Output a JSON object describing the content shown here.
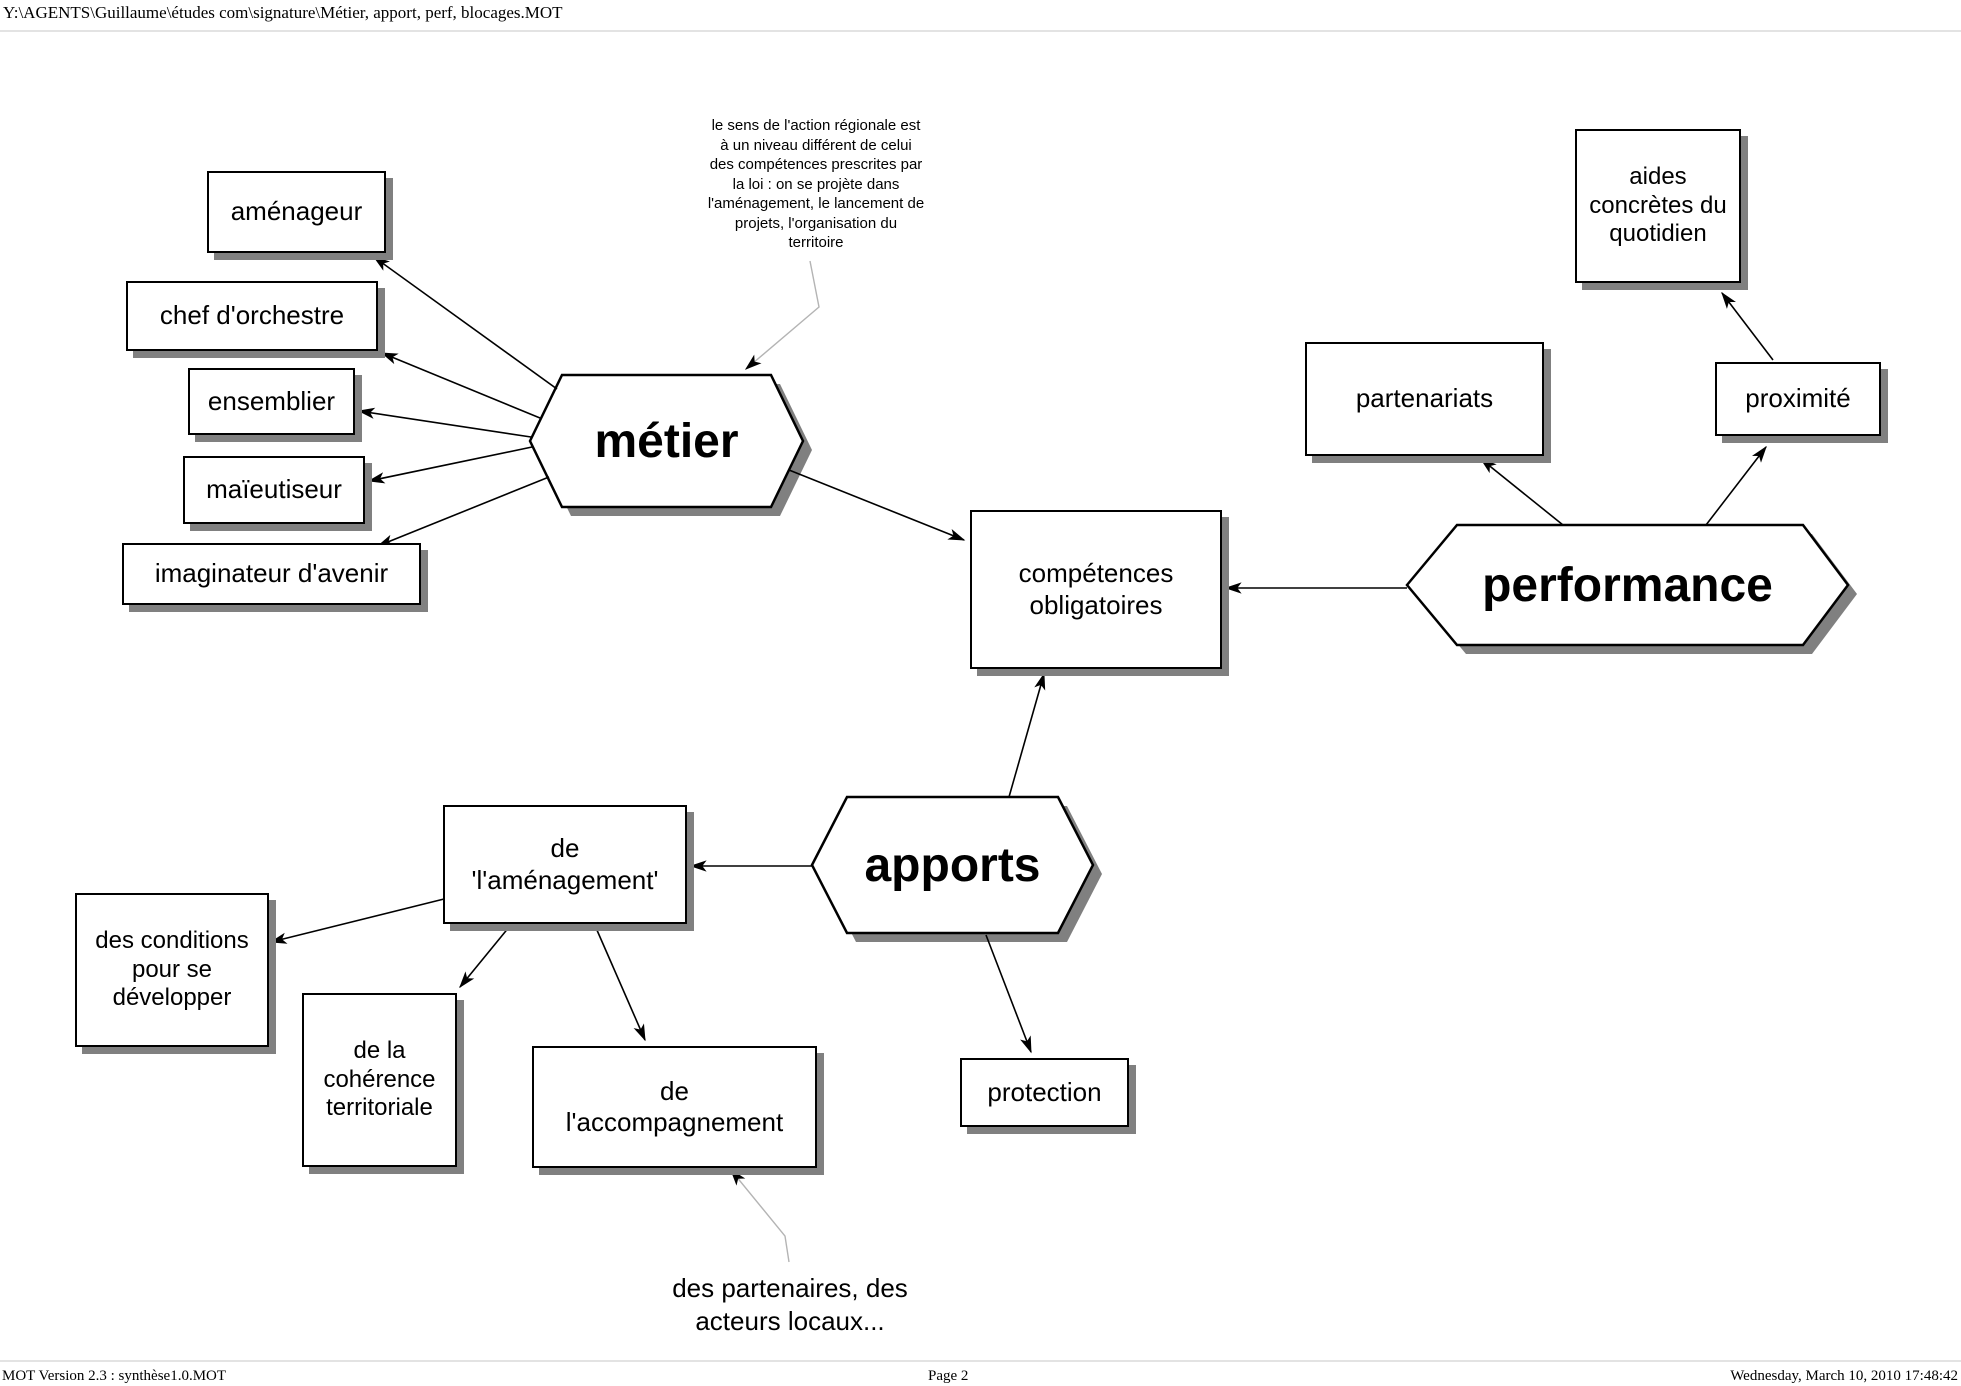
{
  "window": {
    "title_path": "Y:\\AGENTS\\Guillaume\\études com\\signature\\Métier, apport, perf, blocages.MOT"
  },
  "footer": {
    "left": "MOT Version 2.3 : synthèse1.0.MOT",
    "center": "Page 2",
    "right": "Wednesday, March 10, 2010 17:48:42"
  },
  "nodes": {
    "metier": {
      "label": "métier",
      "shape": "hexagon"
    },
    "performance": {
      "label": "performance",
      "shape": "hexagon"
    },
    "apports": {
      "label": "apports",
      "shape": "hexagon"
    },
    "amenageur": {
      "label": "aménageur",
      "shape": "rect"
    },
    "chef_orchestre": {
      "label": "chef d'orchestre",
      "shape": "rect"
    },
    "ensemblier": {
      "label": "ensemblier",
      "shape": "rect"
    },
    "maieutiseur": {
      "label": "maïeutiseur",
      "shape": "rect"
    },
    "imaginateur": {
      "label": "imaginateur d'avenir",
      "shape": "rect"
    },
    "competences": {
      "label": "compétences\nobligatoires",
      "shape": "rect"
    },
    "partenariats": {
      "label": "partenariats",
      "shape": "rect"
    },
    "proximite": {
      "label": "proximité",
      "shape": "rect"
    },
    "aides": {
      "label": "aides\nconcrètes du\nquotidien",
      "shape": "rect"
    },
    "amenagement": {
      "label": "de\n'l'aménagement'",
      "shape": "rect"
    },
    "conditions": {
      "label": "des conditions\npour se\ndévelopper",
      "shape": "rect"
    },
    "coherence": {
      "label": "de la\ncohérence\nterritoriale",
      "shape": "rect"
    },
    "accompagnement": {
      "label": "de\nl'accompagnement",
      "shape": "rect"
    },
    "protection": {
      "label": "protection",
      "shape": "rect"
    }
  },
  "annotations": {
    "metier_note": "le sens de l'action régionale est\nà un niveau différent de celui\ndes compétences prescrites par\nla loi : on se projète dans\nl'aménagement, le lancement de\nprojets, l'organisation du\nterritoire",
    "accompagnement_note": "des partenaires, des\nacteurs locaux..."
  },
  "colors": {
    "node_fill": "#ffffff",
    "node_border": "#000000",
    "shadow": "#808080",
    "link": "#000000",
    "comment_link": "#b4b4b4",
    "chrome_divider": "#e3e3e3"
  }
}
